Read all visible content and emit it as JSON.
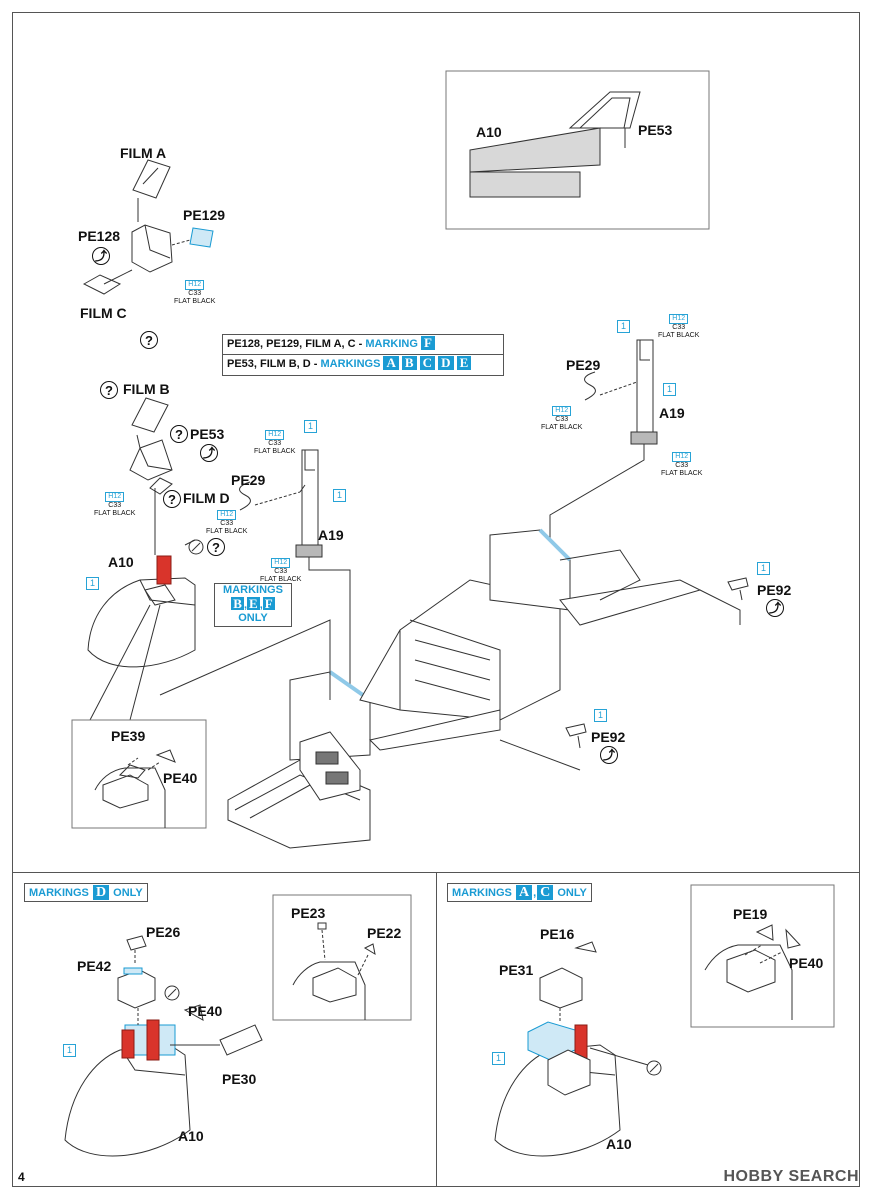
{
  "labels": {
    "film_a": "FILM A",
    "film_b": "FILM B",
    "film_c": "FILM C",
    "film_d": "FILM D",
    "pe128": "PE128",
    "pe129": "PE129",
    "pe53_top": "PE53",
    "pe53_mid": "PE53",
    "a10_top": "A10",
    "a10_mid": "A10",
    "pe29_left": "PE29",
    "pe29_right": "PE29",
    "a19_left": "A19",
    "a19_right": "A19",
    "pe92_top": "PE92",
    "pe92_bottom": "PE92",
    "pe39": "PE39",
    "pe40_mid": "PE40",
    "pe26": "PE26",
    "pe42": "PE42",
    "pe40_left": "PE40",
    "pe30": "PE30",
    "a10_left": "A10",
    "pe23": "PE23",
    "pe22": "PE22",
    "pe16": "PE16",
    "pe31": "PE31",
    "a10_right": "A10",
    "pe19": "PE19",
    "pe40_right": "PE40"
  },
  "paint": {
    "h12": "H12",
    "c33": "C33",
    "flat_black": "FLAT BLACK"
  },
  "part_number": "1",
  "question": "?",
  "rotate": "⤴",
  "markings_table": {
    "row1_text": "PE128, PE129, FILM A, C - ",
    "row1_marking": "MARKING",
    "row1_box": "F",
    "row2_text": "PE53, FILM B, D - ",
    "row2_marking": "MARKINGS",
    "row2_boxes": [
      "A",
      "B",
      "C",
      "D",
      "E"
    ]
  },
  "markings_bef": {
    "line1": "MARKINGS",
    "boxes": [
      "B",
      "E",
      "F"
    ],
    "only": "ONLY"
  },
  "banner_d": {
    "prefix": "MARKINGS",
    "box": "D",
    "suffix": "ONLY"
  },
  "banner_ac": {
    "prefix": "MARKINGS",
    "boxes": [
      "A",
      "C"
    ],
    "suffix": "ONLY"
  },
  "page_number": "4",
  "watermark": "HOBBY SEARCH",
  "colors": {
    "cyan": "#1a9bd3",
    "red": "#d9342b",
    "line": "#333333"
  }
}
